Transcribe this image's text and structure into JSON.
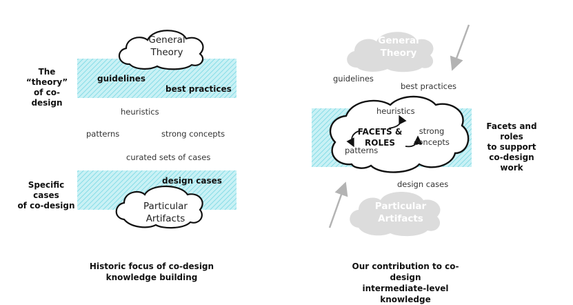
{
  "left": {
    "top_cloud": [
      "General",
      "Theory"
    ],
    "bottom_cloud": [
      "Particular",
      "Artifacts"
    ],
    "side_top": [
      "The “theory”",
      "of co-design"
    ],
    "side_bottom": [
      "Specific cases",
      "of co-design"
    ],
    "guidelines": "guidelines",
    "best_practices": "best practices",
    "heuristics": "heuristics",
    "patterns": "patterns",
    "strong_concepts": "strong concepts",
    "curated_sets": "curated sets of cases",
    "design_cases": "design cases",
    "caption": [
      "Historic focus of co-design",
      "knowledge building"
    ]
  },
  "right": {
    "top_cloud": [
      "General",
      "Theory"
    ],
    "bottom_cloud": [
      "Particular",
      "Artifacts"
    ],
    "guidelines": "guidelines",
    "best_practices": "best practices",
    "heuristics": "heuristics",
    "facets_roles": [
      "FACETS &",
      "ROLES"
    ],
    "strong_concepts": [
      "strong",
      "concepts"
    ],
    "patterns": "patterns",
    "design_cases": "design cases",
    "side": [
      "Facets and roles",
      "to support",
      "co-design work"
    ],
    "caption": [
      "Our contribution to co-design",
      "intermediate-level knowledge"
    ]
  },
  "colors": {
    "hatch": "#86dce6",
    "gray_cloud": "#dcdcdc",
    "arrow_gray": "#b3b3b3"
  }
}
